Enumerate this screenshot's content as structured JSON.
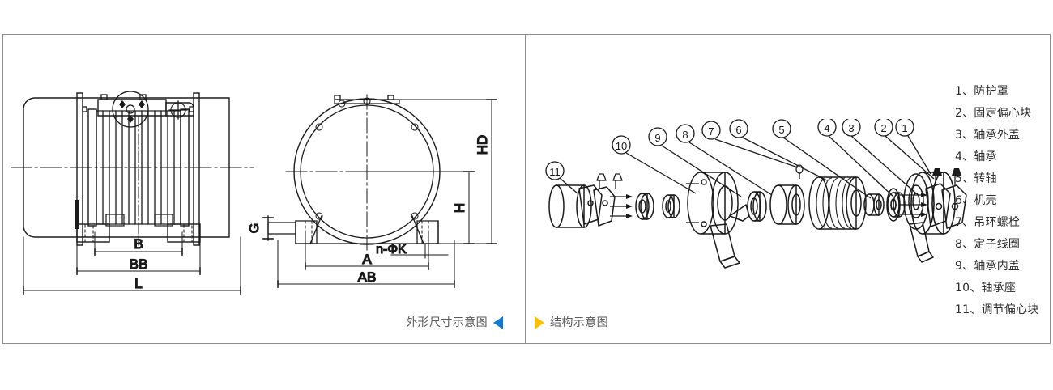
{
  "figure": {
    "panels": [
      {
        "id": "outline-dimensions",
        "caption": "外形尺寸示意图",
        "arrow": "left-arrow-blue",
        "arrow_color": "#1279d0"
      },
      {
        "id": "structure",
        "caption": "结构示意图",
        "arrow": "right-arrow-yellow",
        "arrow_color": "#fac000"
      }
    ]
  },
  "dimension_drawing": {
    "side_view_labels": [
      "B",
      "BB",
      "L"
    ],
    "front_view_labels": [
      "HD",
      "H",
      "G",
      "n-ΦK",
      "A",
      "AB"
    ],
    "labels": {
      "b": "B",
      "bb": "BB",
      "l": "L",
      "hd": "HD",
      "h": "H",
      "g": "G",
      "nk": "n-ΦK",
      "a": "A",
      "ab": "AB"
    }
  },
  "structure_drawing": {
    "callouts": [
      "11",
      "10",
      "9",
      "8",
      "7",
      "6",
      "5",
      "4",
      "3",
      "2",
      "1"
    ]
  },
  "legend": {
    "items": [
      {
        "no": "1",
        "text": "1、防护罩"
      },
      {
        "no": "2",
        "text": "2、固定偏心块"
      },
      {
        "no": "3",
        "text": "3、轴承外盖"
      },
      {
        "no": "4",
        "text": "4、轴承"
      },
      {
        "no": "5",
        "text": "5、转轴"
      },
      {
        "no": "6",
        "text": "6、机壳"
      },
      {
        "no": "7",
        "text": "7、吊环螺栓"
      },
      {
        "no": "8",
        "text": "8、定子线圈"
      },
      {
        "no": "9",
        "text": "9、轴承内盖"
      },
      {
        "no": "10",
        "text": "10、轴承座"
      },
      {
        "no": "11",
        "text": "11、调节偏心块"
      }
    ]
  },
  "colors": {
    "frame": "#8c8c8c",
    "line": "#1a1a1a",
    "caption_text": "#5a5a5a",
    "legend_text": "#2b2b2b",
    "background": "#ffffff"
  }
}
